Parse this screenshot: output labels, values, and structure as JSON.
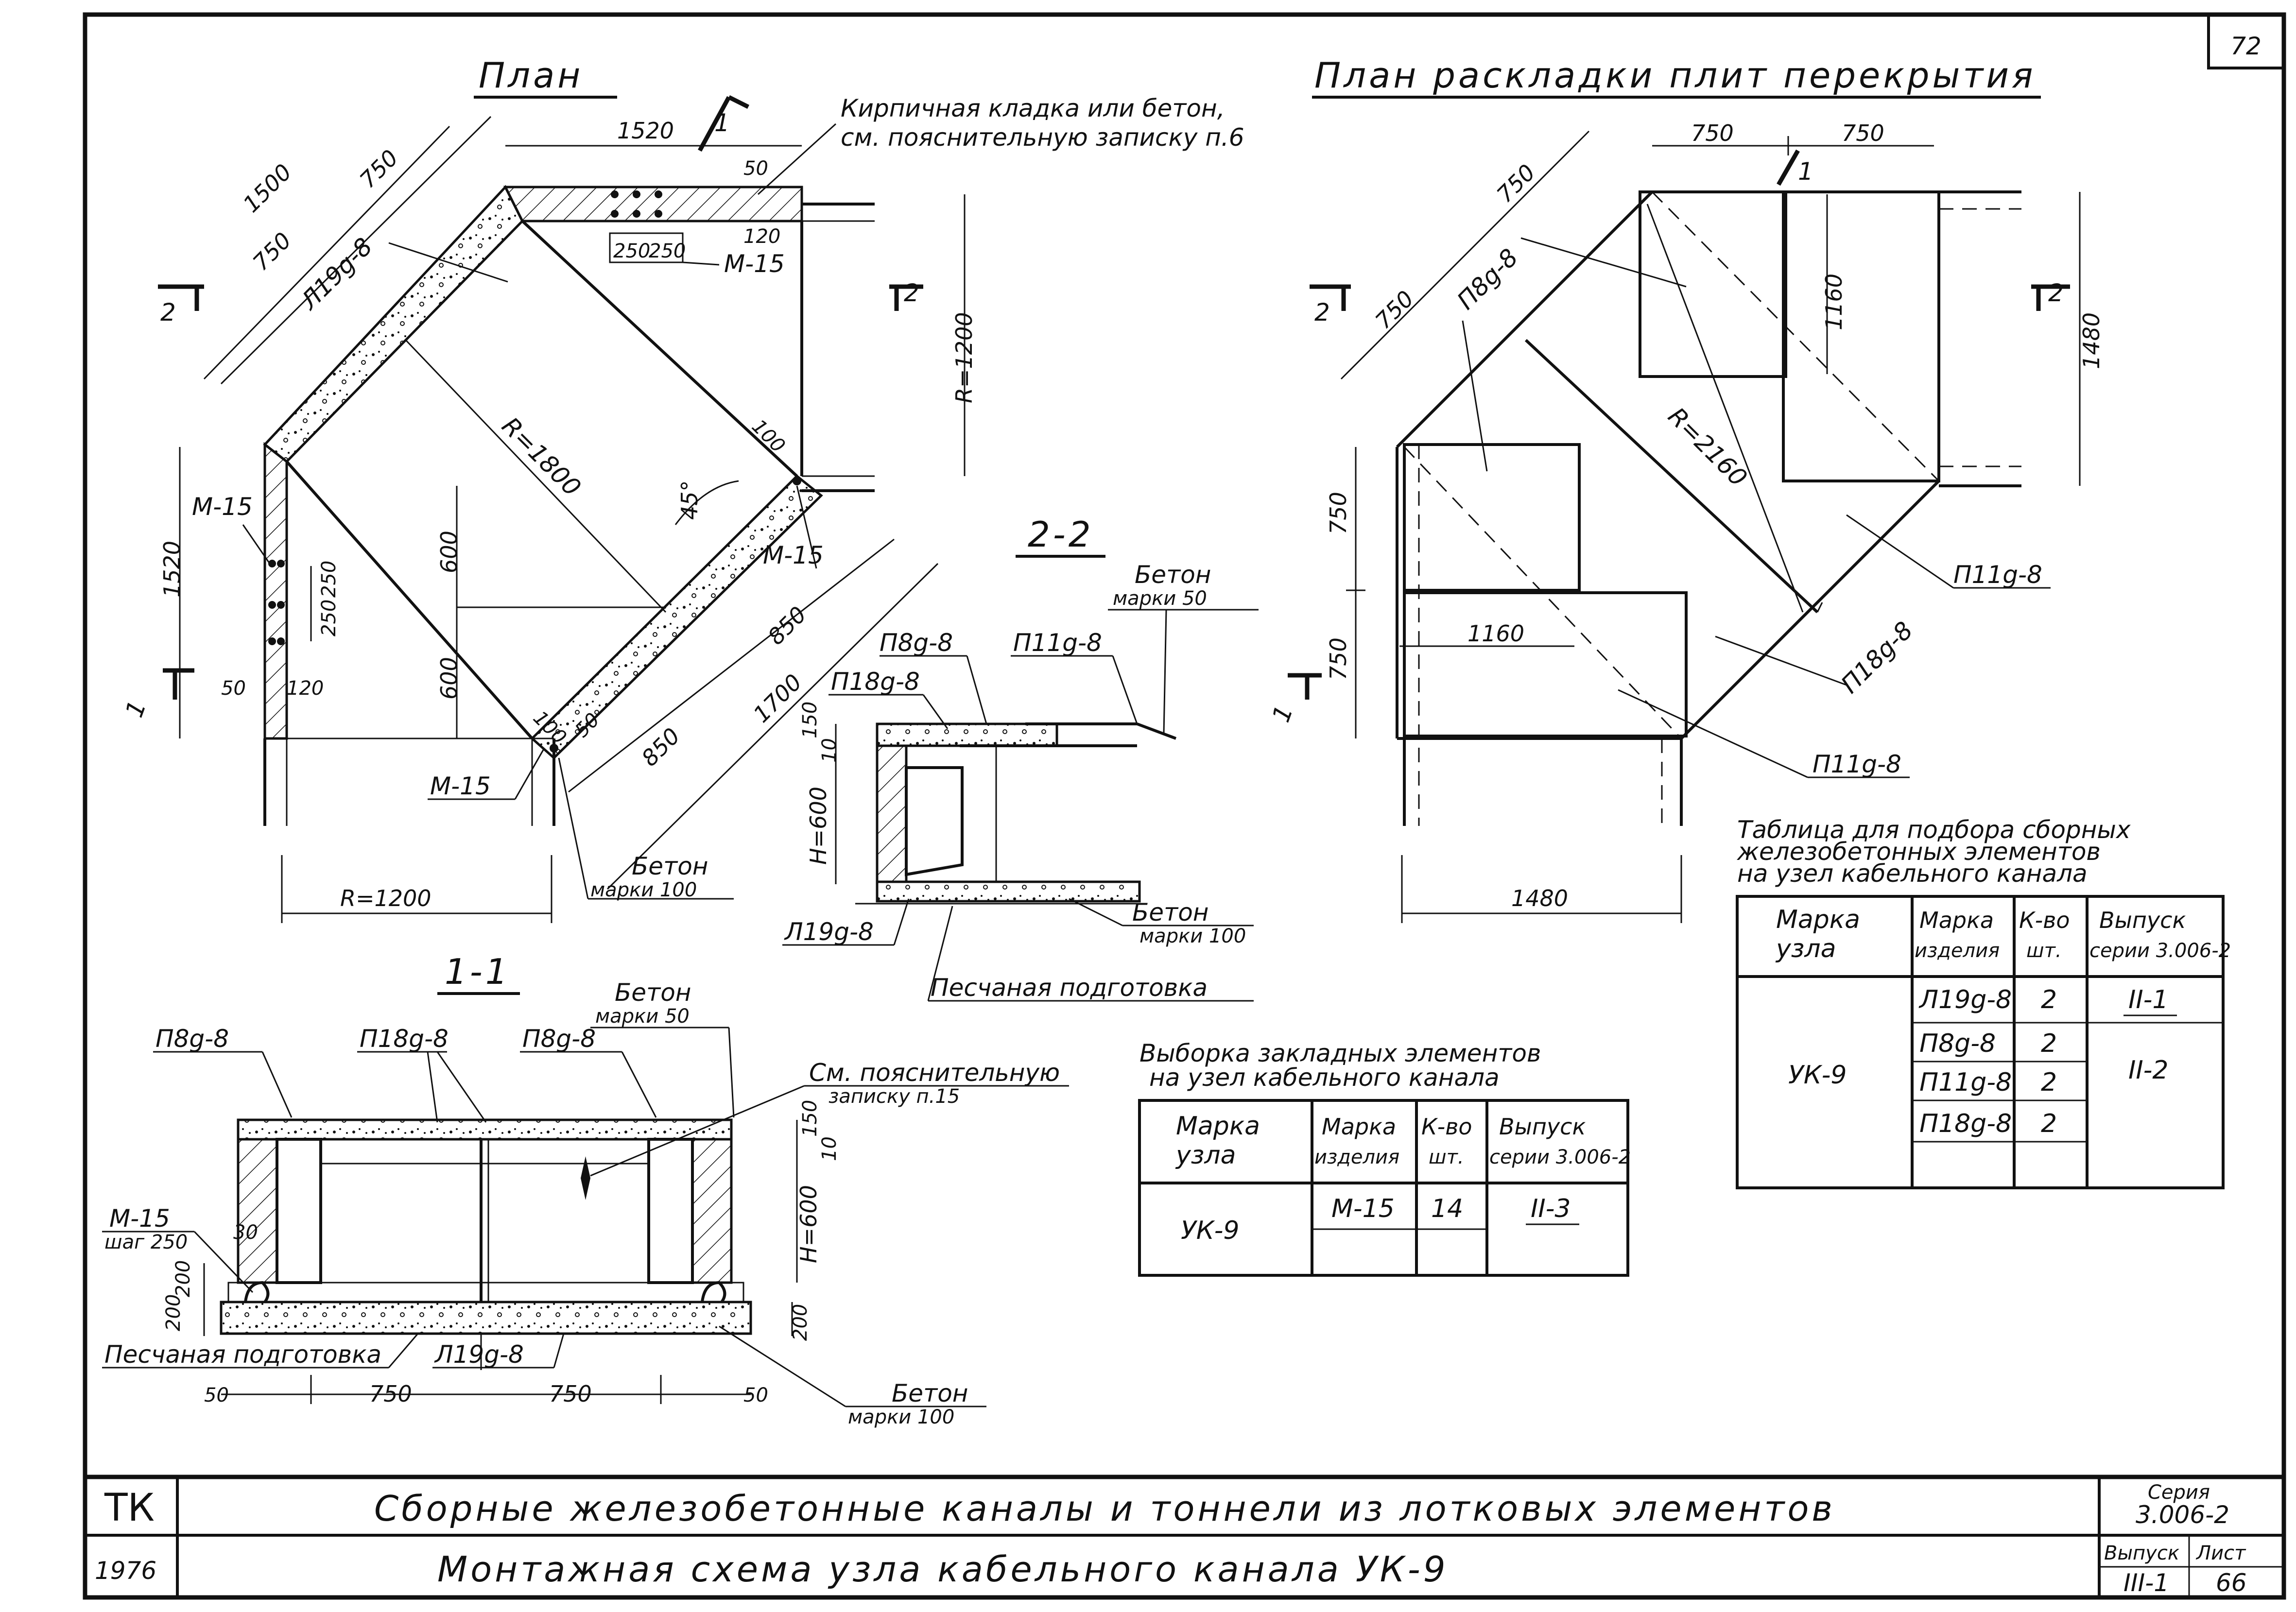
{
  "sheet_number": "72",
  "plan": {
    "title": "План",
    "note": [
      "Кирпичная кладка или бетон,",
      "см. пояснительную записку п.6"
    ],
    "labels": {
      "l19": "Л19g-8",
      "m15": "М-15",
      "r1800": "R=1800",
      "r1200v": "R=1200",
      "r1200h": "R=1200",
      "angle": "45°",
      "beton1": "Бетон",
      "beton2": "марки 100",
      "cut1": "1",
      "cut2": "2"
    },
    "dims": {
      "d1520top": "1520",
      "d50a": "50",
      "d120a": "120",
      "d250a": "250",
      "d250b": "250",
      "d1500": "1500",
      "d750a": "750",
      "d750b": "750",
      "d1520left": "1520",
      "d250c": "250",
      "d250d": "250",
      "d50b": "50",
      "d120b": "120",
      "d600a": "600",
      "d600b": "600",
      "d100a": "100",
      "d100b": "100",
      "d850a": "850",
      "d850b": "850",
      "d1700": "1700",
      "d50c": "50"
    }
  },
  "layout_plan": {
    "title": "План раскладки плит перекрытия",
    "labels": {
      "p8": "П8g-8",
      "r2160": "R=2160",
      "p11a": "П11g-8",
      "p18": "П18g-8",
      "p11b": "П11g-8",
      "cut1": "1",
      "cut2": "2"
    },
    "dims": {
      "d750a": "750",
      "d750b": "750",
      "d750c": "750",
      "d750d": "750",
      "d750e": "750",
      "d750f": "750",
      "d1160a": "1160",
      "d1160b": "1160",
      "d1480a": "1480",
      "d1480b": "1480"
    }
  },
  "section22": {
    "title": "2-2",
    "labels": {
      "p8": "П8g-8",
      "p11": "П11g-8",
      "p18": "П18g-8",
      "beton50a": "Бетон",
      "beton50b": "марки 50",
      "h600": "H=600",
      "d150": "150",
      "d10": "10",
      "l19": "Л19g-8",
      "beton100a": "Бетон",
      "beton100b": "марки 100",
      "sand": "Песчаная подготовка"
    }
  },
  "section11": {
    "title": "1-1",
    "labels": {
      "p8a": "П8g-8",
      "p18": "П18g-8",
      "p8b": "П8g-8",
      "beton50a": "Бетон",
      "beton50b": "марки 50",
      "note1": "См. пояснительную",
      "note2": "записку п.15",
      "m15": "М-15",
      "step": "шаг 250",
      "d30": "30",
      "d200a": "200",
      "d200b": "200",
      "d200c": "200",
      "d150": "150",
      "d10": "10",
      "h600": "H=600",
      "sand": "Песчаная подготовка",
      "l19": "Л19g-8",
      "d50a": "50",
      "d50b": "50",
      "d750a": "750",
      "d750b": "750",
      "beton100a": "Бетон",
      "beton100b": "марки 100"
    }
  },
  "embedded_table": {
    "title": [
      "Выборка закладных элементов",
      "на узел кабельного канала"
    ],
    "headers": [
      "Марка узла",
      "Марка изделия",
      "К-во шт.",
      "Выпуск серии 3.006-2"
    ],
    "rows": [
      [
        "УК-9",
        "М-15",
        "14",
        "II-3"
      ]
    ]
  },
  "precast_table": {
    "title": [
      "Таблица для подбора сборных",
      "железобетонных элементов",
      "на узел кабельного канала"
    ],
    "headers": [
      "Марка узла",
      "Марка изделия",
      "К-во шт.",
      "Выпуск серии 3.006-2"
    ],
    "node": "УК-9",
    "items": [
      {
        "product": "Л19g-8",
        "qty": "2"
      },
      {
        "product": "П8g-8",
        "qty": "2"
      },
      {
        "product": "П11g-8",
        "qty": "2"
      },
      {
        "product": "П18g-8",
        "qty": "2"
      }
    ],
    "issue_1": "II-1",
    "issue_2": "II-2"
  },
  "title_block": {
    "code": "ТК",
    "year": "1976",
    "line1": "Сборные железобетонные каналы и тоннели из лотковых элементов",
    "line2": "Монтажная схема узла кабельного канала УК-9",
    "series_label": "Серия",
    "series_value": "3.006-2",
    "issue_label": "Выпуск",
    "issue_value": "III-1",
    "sheet_label": "Лист",
    "sheet_value": "66"
  }
}
